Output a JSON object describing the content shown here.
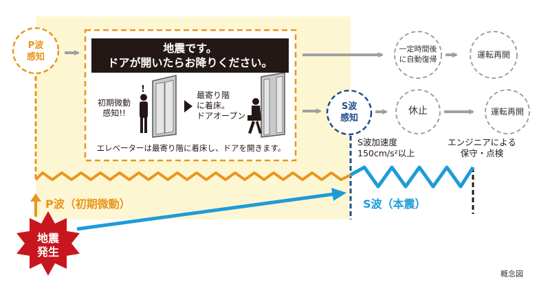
{
  "p_wave": {
    "detect_label": "P波\n感知",
    "wave_label": "P波（初期微動）"
  },
  "s_wave": {
    "detect_label": "S波\n感知",
    "wave_label": "S波（本震）",
    "threshold": "S波加速度\n150cm/s²以上"
  },
  "announcement": {
    "line1": "地震です。",
    "line2": "ドアが開いたらお降りください。"
  },
  "elevator": {
    "initial_label": "初期微動\n感知!!",
    "exclamation": "!",
    "nearest_label": "最寄り階\nに着床。\nドアオープン",
    "caption": "エレベーターは最寄り階に着床し、ドアを開きます。"
  },
  "flow": {
    "auto_return": "一定時間後\nに自動復帰",
    "resume_1": "運転再開",
    "halt": "休止",
    "resume_2": "運転再開",
    "engineer": "エンジニアによる\n保守・点検"
  },
  "quake": {
    "label": "地震\n発生"
  },
  "footnote": "概念図",
  "colors": {
    "orange": "#e8961e",
    "blue": "#1e9bd7",
    "navy": "#1f4e8c",
    "cream": "#fdf6d3",
    "grey": "#9fa0a0",
    "dark": "#231815",
    "red": "#c8161e"
  }
}
